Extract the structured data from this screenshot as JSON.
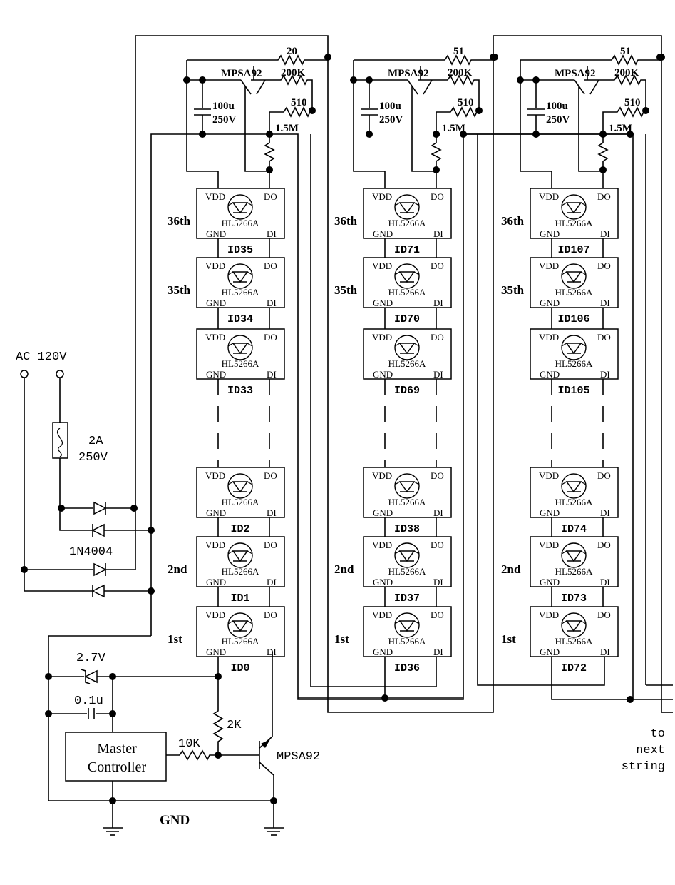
{
  "power": {
    "ac_label": "AC 120V",
    "fuse_rating_a": "2A",
    "fuse_rating_v": "250V",
    "diode_part": "1N4004"
  },
  "controller": {
    "zener": "2.7V",
    "cap": "0.1u",
    "label_line1": "Master",
    "label_line2": "Controller",
    "r_base": "10K",
    "r_bias": "2K",
    "transistor": "MPSA92",
    "gnd": "GND"
  },
  "chip": {
    "part": "HL5266A",
    "vdd": "VDD",
    "do": "DO",
    "gnd": "GND",
    "di": "DI"
  },
  "strings": [
    {
      "r_series": "20",
      "transistor": "MPSA92",
      "r_base": "200K",
      "cap_value": "100u",
      "cap_voltage": "250V",
      "r_510": "510",
      "r_15m": "1.5M",
      "chips": [
        {
          "pos": "36th",
          "id": "ID35"
        },
        {
          "pos": "35th",
          "id": "ID34"
        },
        {
          "pos": "",
          "id": "ID33"
        },
        {
          "pos": "",
          "id": "ID2"
        },
        {
          "pos": "2nd",
          "id": "ID1"
        },
        {
          "pos": "1st",
          "id": "ID0"
        }
      ]
    },
    {
      "r_series": "51",
      "transistor": "MPSA92",
      "r_base": "200K",
      "cap_value": "100u",
      "cap_voltage": "250V",
      "r_510": "510",
      "r_15m": "1.5M",
      "chips": [
        {
          "pos": "36th",
          "id": "ID71"
        },
        {
          "pos": "35th",
          "id": "ID70"
        },
        {
          "pos": "",
          "id": "ID69"
        },
        {
          "pos": "",
          "id": "ID38"
        },
        {
          "pos": "2nd",
          "id": "ID37"
        },
        {
          "pos": "1st",
          "id": "ID36"
        }
      ]
    },
    {
      "r_series": "51",
      "transistor": "MPSA92",
      "r_base": "200K",
      "cap_value": "100u",
      "cap_voltage": "250V",
      "r_510": "510",
      "r_15m": "1.5M",
      "chips": [
        {
          "pos": "36th",
          "id": "ID107"
        },
        {
          "pos": "35th",
          "id": "ID106"
        },
        {
          "pos": "",
          "id": "ID105"
        },
        {
          "pos": "",
          "id": "ID74"
        },
        {
          "pos": "2nd",
          "id": "ID73"
        },
        {
          "pos": "1st",
          "id": "ID72"
        }
      ]
    }
  ],
  "next_label": {
    "l1": "to",
    "l2": "next",
    "l3": "string"
  }
}
